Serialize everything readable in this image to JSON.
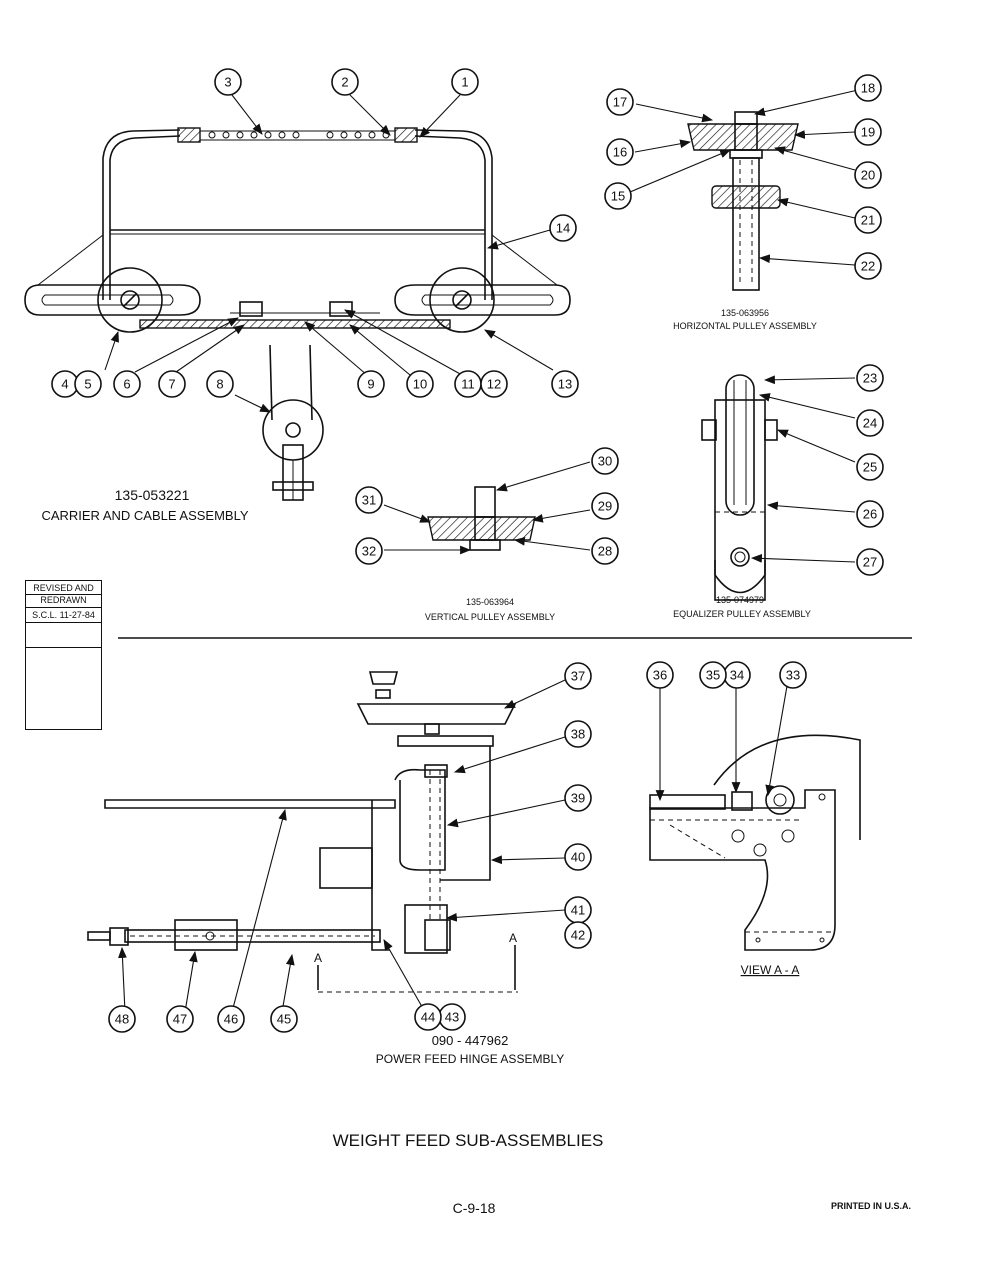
{
  "assemblies": [
    {
      "number": "135-053221",
      "title": "CARRIER  AND  CABLE  ASSEMBLY"
    },
    {
      "number": "135-063956",
      "title": "HORIZONTAL PULLEY ASSEMBLY"
    },
    {
      "number": "135-063964",
      "title": "VERTICAL  PULLEY  ASSEMBLY"
    },
    {
      "number": "135-074979",
      "title": "EQUALIZER  PULLEY  ASSEMBLY"
    },
    {
      "number": "090 - 447962",
      "title": "POWER  FEED  HINGE  ASSEMBLY"
    }
  ],
  "callouts": [
    "1",
    "2",
    "3",
    "4",
    "5",
    "6",
    "7",
    "8",
    "9",
    "10",
    "11",
    "12",
    "13",
    "14",
    "15",
    "16",
    "17",
    "18",
    "19",
    "20",
    "21",
    "22",
    "23",
    "24",
    "25",
    "26",
    "27",
    "28",
    "29",
    "30",
    "31",
    "32",
    "33",
    "34",
    "35",
    "36",
    "37",
    "38",
    "39",
    "40",
    "41",
    "42",
    "43",
    "44",
    "45",
    "46",
    "47",
    "48"
  ],
  "revision": {
    "line1": "REVISED  AND",
    "line2": "REDRAWN",
    "line3": "S.C.L. 11-27-84"
  },
  "view_label": "VIEW  A - A",
  "section_marks": [
    "A",
    "A"
  ],
  "page_title": "WEIGHT  FEED  SUB-ASSEMBLIES",
  "page_number": "C-9-18",
  "printed": "PRINTED  IN  U.S.A."
}
